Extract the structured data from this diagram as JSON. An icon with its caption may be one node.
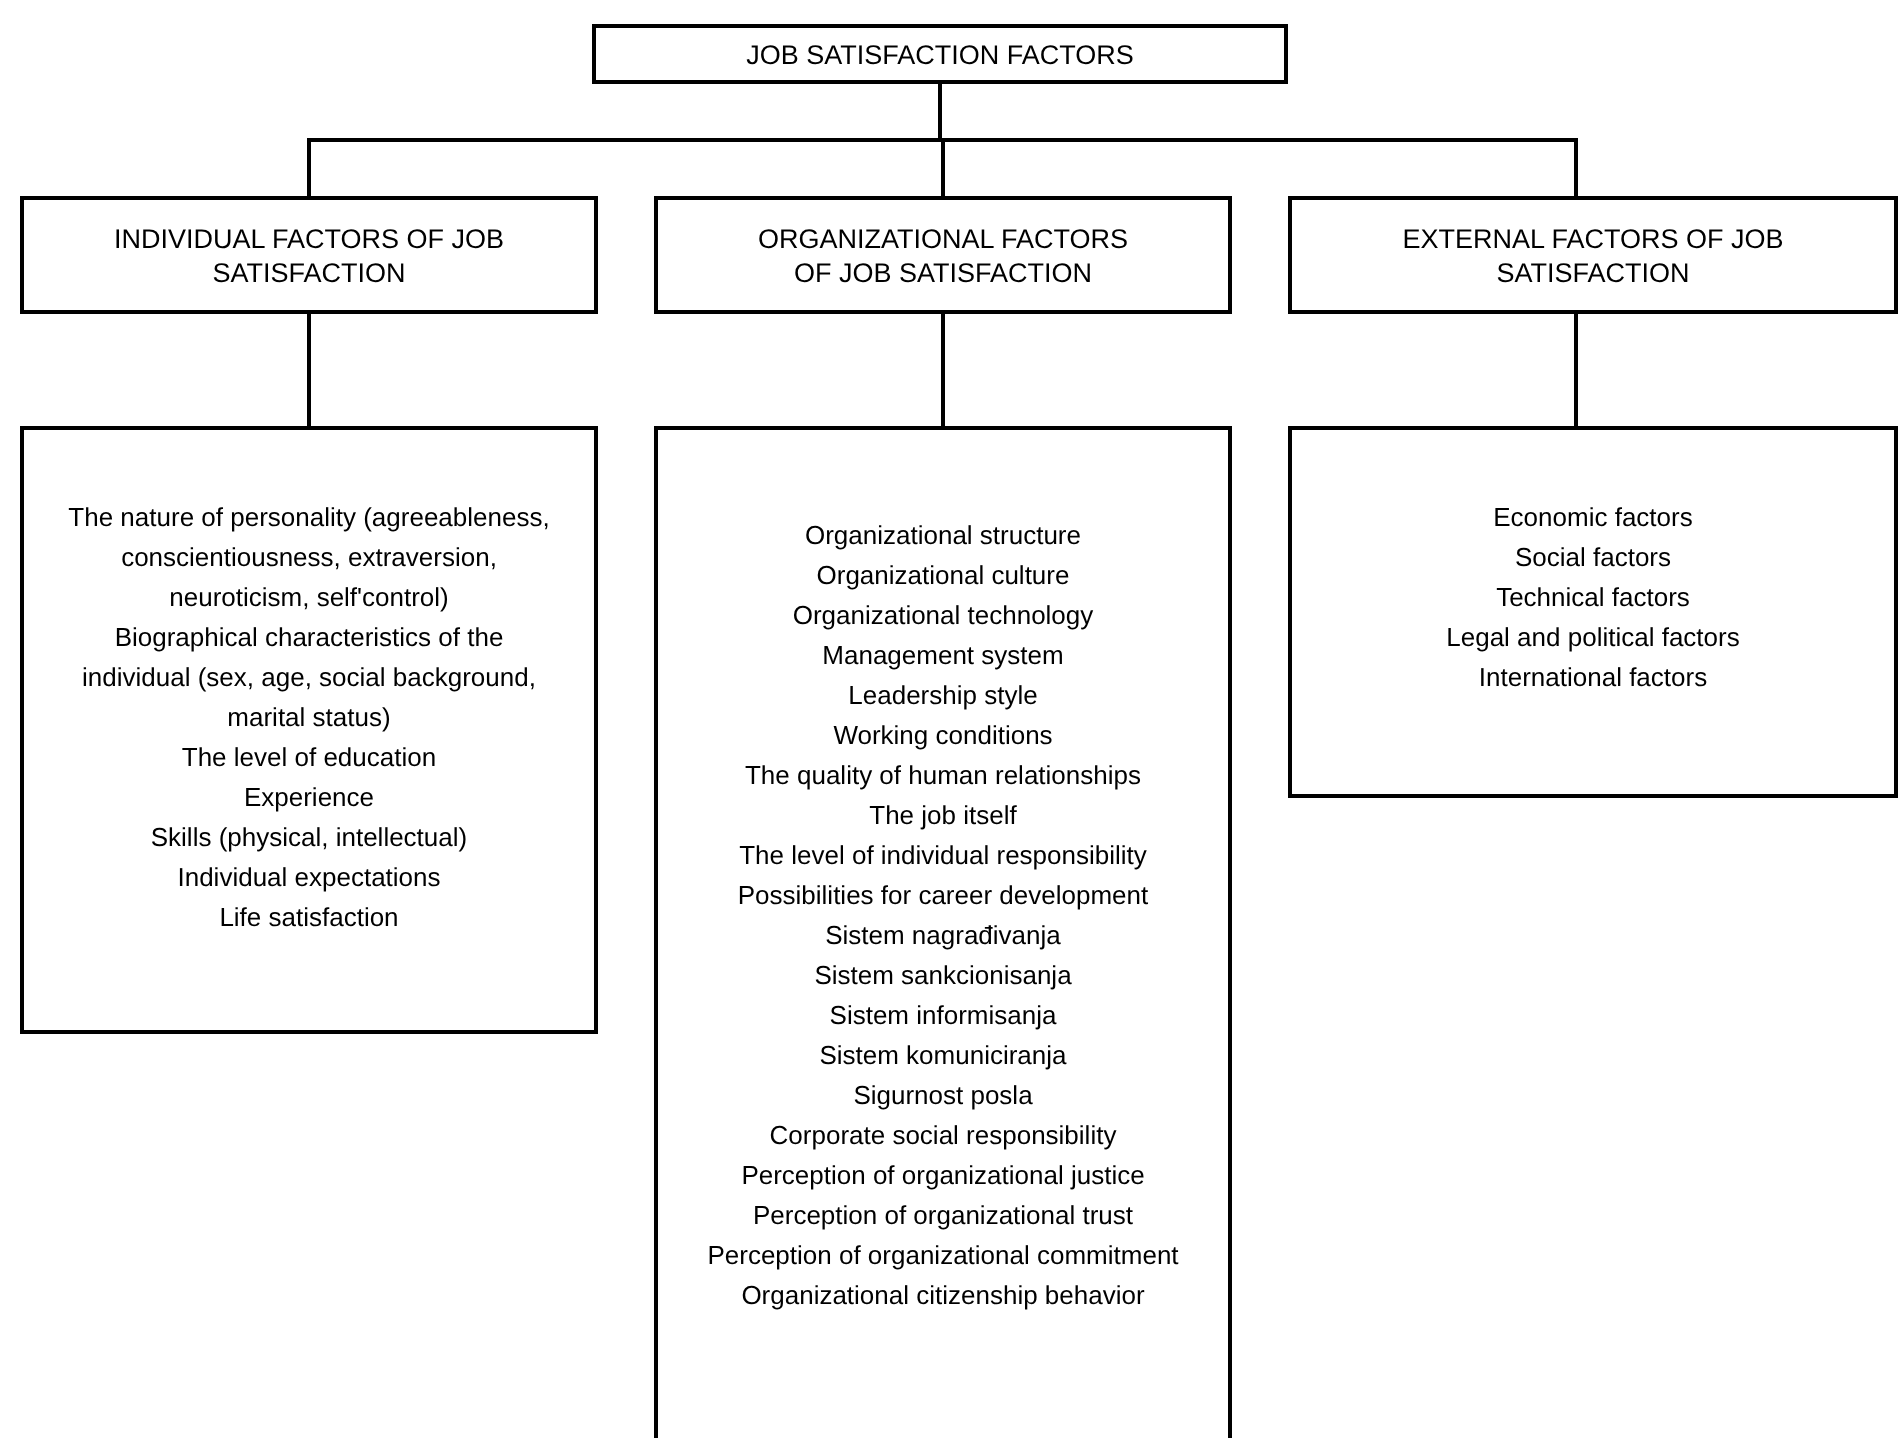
{
  "diagram": {
    "nodes": [
      {
        "text": [
          "JOB SATISFACTION FACTORS"
        ]
      },
      {
        "text": [
          "INDIVIDUAL FACTORS OF JOB SATISFACTION"
        ]
      },
      {
        "text": [
          "ORGANIZATIONAL FACTORS OF JOB SATISFACTION"
        ]
      },
      {
        "text": [
          "EXTERNAL FACTORS OF JOB SATISFACTION"
        ]
      },
      {
        "text": [
          "The nature of personality (agreeableness, conscientiousness, extraversion, neuroticism, self'control)",
          "Biographical characteristics of the individual (sex, age, social background, marital status)",
          "The level of education",
          "Experience",
          "Skills (physical, intellectual)",
          "Individual expectations",
          "Life satisfaction"
        ]
      },
      {
        "text": [
          "Organizational structure",
          "Organizational culture",
          "Organizational technology",
          "Management system",
          "Leadership style",
          "Working conditions",
          "The quality of human relationships",
          "The job itself",
          "The level of individual responsibility",
          "Possibilities for career development",
          "Sistem nagrađivanja",
          "Sistem sankcionisanja",
          "Sistem informisanja",
          "Sistem komuniciranja",
          "Sigurnost posla",
          "Corporate social responsibility",
          "Perception of organizational justice",
          "Perception of organizational trust",
          "Perception of organizational commitment",
          "Organizational citizenship behavior"
        ]
      },
      {
        "text": [
          "Economic factors",
          "Social factors",
          "Technical factors",
          "Legal and political factors",
          "International factors"
        ]
      }
    ],
    "edges": [
      {
        "from": 0,
        "to": 1,
        "arrow": "none"
      },
      {
        "from": 0,
        "to": 2,
        "arrow": "none"
      },
      {
        "from": 0,
        "to": 3,
        "arrow": "none"
      },
      {
        "from": 1,
        "to": 4,
        "arrow": "none"
      },
      {
        "from": 2,
        "to": 5,
        "arrow": "none"
      },
      {
        "from": 3,
        "to": 6,
        "arrow": "none"
      }
    ]
  }
}
